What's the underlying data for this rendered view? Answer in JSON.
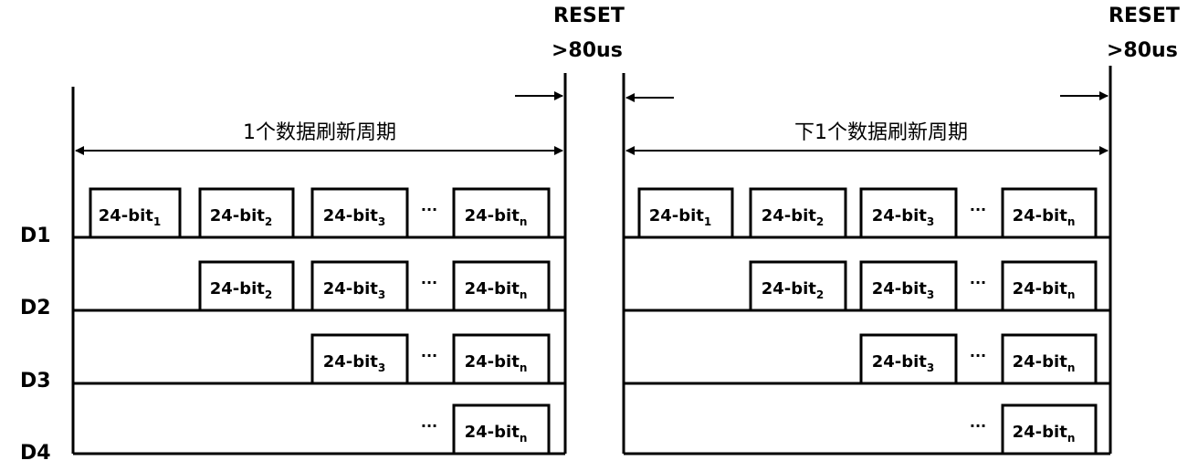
{
  "reset_label": "RESET",
  "reset_time": ">80us",
  "rows": [
    "D1",
    "D2",
    "D3",
    "D4"
  ],
  "ellipsis": "···",
  "packet": {
    "base": "24-bit",
    "subs": [
      "1",
      "2",
      "3",
      "n"
    ]
  },
  "periods": [
    {
      "title": "1个数据刷新周期",
      "row_packets": [
        [
          0,
          1,
          2,
          3
        ],
        [
          1,
          2,
          3
        ],
        [
          2,
          3
        ],
        [
          3
        ]
      ]
    },
    {
      "title": "下1个数据刷新周期",
      "row_packets": [
        [
          0,
          1,
          2,
          3
        ],
        [
          1,
          2,
          3
        ],
        [
          2,
          3
        ],
        [
          3
        ]
      ]
    }
  ]
}
